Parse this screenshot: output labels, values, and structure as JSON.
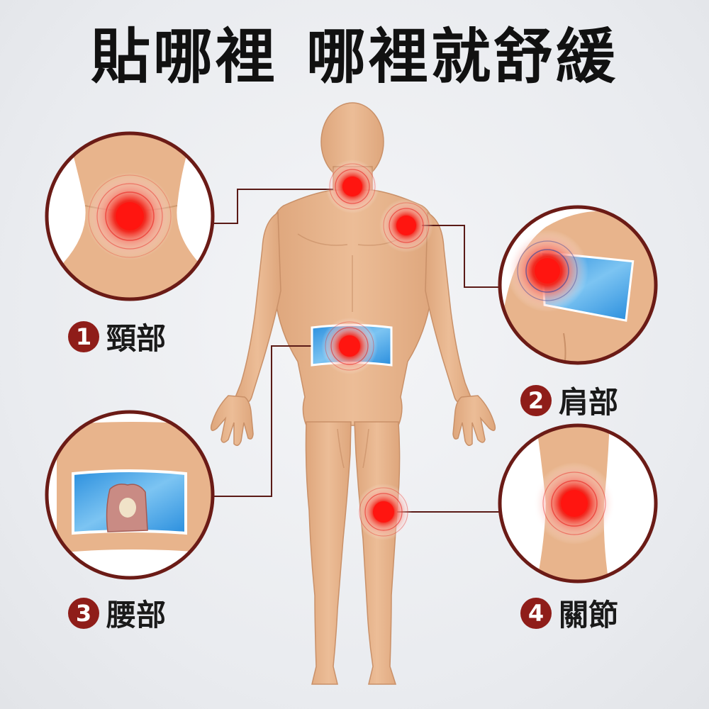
{
  "headline": {
    "part1": "貼哪裡",
    "part2": "哪裡就舒緩"
  },
  "callouts": [
    {
      "number": "1",
      "label": "頸部"
    },
    {
      "number": "2",
      "label": "肩部"
    },
    {
      "number": "3",
      "label": "腰部"
    },
    {
      "number": "4",
      "label": "關節"
    }
  ],
  "colors": {
    "skin": "#e8b890",
    "skin_shadow": "#d9a077",
    "ring_red": "#e8201c",
    "patch_blue": "#3a9ee0",
    "badge": "#8f1d19",
    "connector": "#5a1a16"
  }
}
